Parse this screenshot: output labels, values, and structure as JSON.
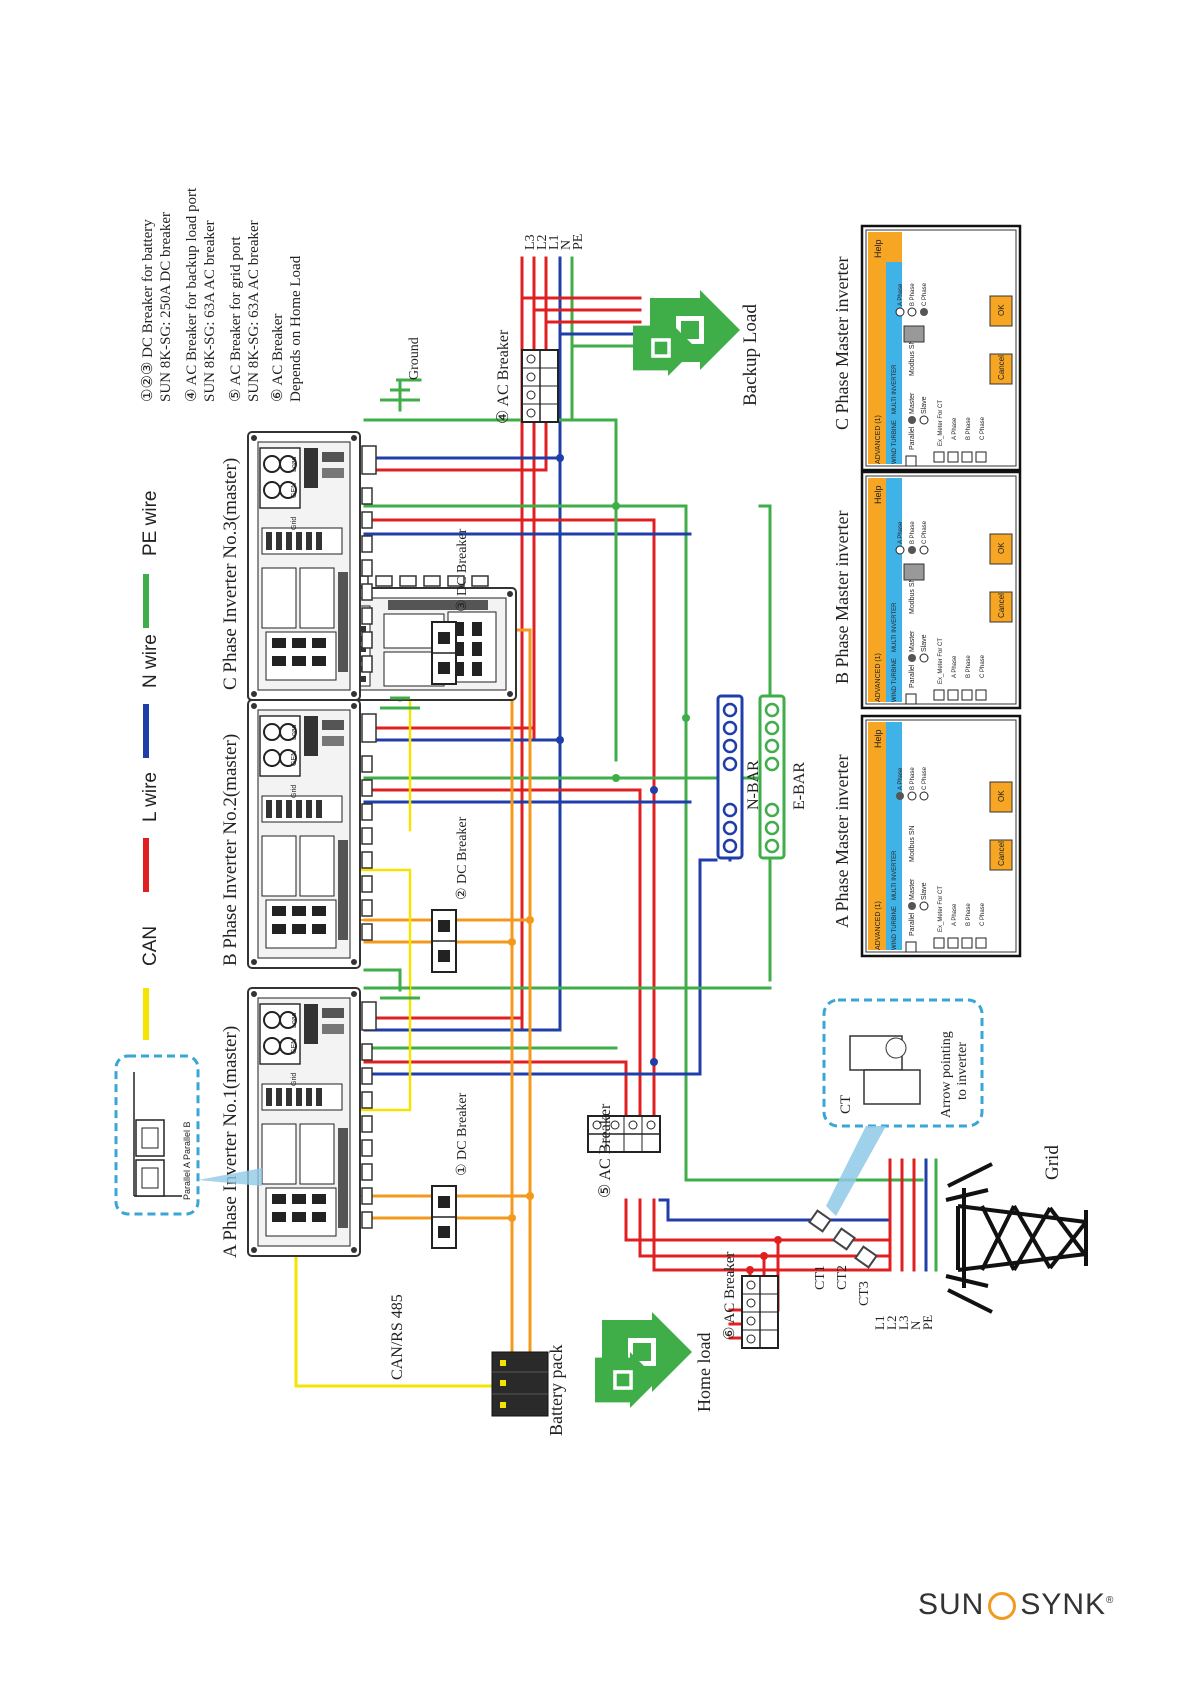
{
  "notes": {
    "line1": "①②③ DC Breaker for battery",
    "line2": "SUN 8K-SG: 250A DC breaker",
    "line3": "④ AC Breaker for backup load port",
    "line4": "SUN 8K-SG: 63A AC breaker",
    "line5": "⑤ AC Breaker for grid port",
    "line6": "SUN 8K-SG: 63A AC breaker",
    "line7": "⑥ AC Breaker",
    "line8": "Depends on Home Load"
  },
  "legend": {
    "can": "CAN",
    "l_wire": "L wire",
    "n_wire": "N wire",
    "pe_wire": "PE wire",
    "colors": {
      "can": "#f5e400",
      "l": "#e02020",
      "n": "#1f3ea8",
      "pe": "#3fae49",
      "dc": "#f39a1e"
    }
  },
  "inverters": [
    {
      "label": "A Phase Inverter No.1(master)",
      "dc_breaker": "① DC Breaker"
    },
    {
      "label": "B Phase Inverter No.2(master)",
      "dc_breaker": "② DC Breaker"
    },
    {
      "label": "C Phase Inverter No.3(master)",
      "dc_breaker": "③ DC Breaker"
    }
  ],
  "port_labels": {
    "grid": "Grid",
    "gen": "GEN",
    "load": "Load"
  },
  "labels": {
    "ground": "Ground",
    "ac_breaker_4": "④ AC Breaker",
    "ac_breaker_5": "⑤ AC Breaker",
    "ac_breaker_6": "⑥ AC Breaker",
    "backup_load": "Backup Load",
    "home_load": "Home load",
    "battery_pack": "Battery pack",
    "can_rs485": "CAN/RS 485",
    "n_bar": "N-BAR",
    "e_bar": "E-BAR",
    "grid": "Grid",
    "ct": "CT",
    "ct_arrow_1": "Arrow pointing",
    "ct_arrow_2": "to inverter",
    "ct1": "CT1",
    "ct2": "CT2",
    "ct3": "CT3",
    "parallel_port": "Parallel A Parallel B"
  },
  "top_bus": [
    "L3",
    "L2",
    "L1",
    "N",
    "PE"
  ],
  "bottom_bus": [
    "L1",
    "L2",
    "L3",
    "N",
    "PE"
  ],
  "panels": [
    {
      "caption": "A Phase Master inverter",
      "selected_phase": "A Phase"
    },
    {
      "caption": "B Phase Master inverter",
      "selected_phase": "B Phase"
    },
    {
      "caption": "C Phase Master inverter",
      "selected_phase": "C Phase"
    }
  ],
  "panel_text": {
    "title": "ADVANCED (1)",
    "help": "Help",
    "tab1": "WIND TURBINE",
    "tab2": "MULTI INVERTER",
    "parallel": "Parallel",
    "master": "Master",
    "slave": "Slave",
    "modbus": "Modbus SN",
    "ex_meter": "Ex_Meter For CT",
    "a_phase": "A Phase",
    "b_phase": "B Phase",
    "c_phase": "C Phase",
    "cancel": "Cancel",
    "ok": "OK"
  },
  "logo": {
    "left": "SUN",
    "right": "SYNK",
    "mark": "®"
  }
}
